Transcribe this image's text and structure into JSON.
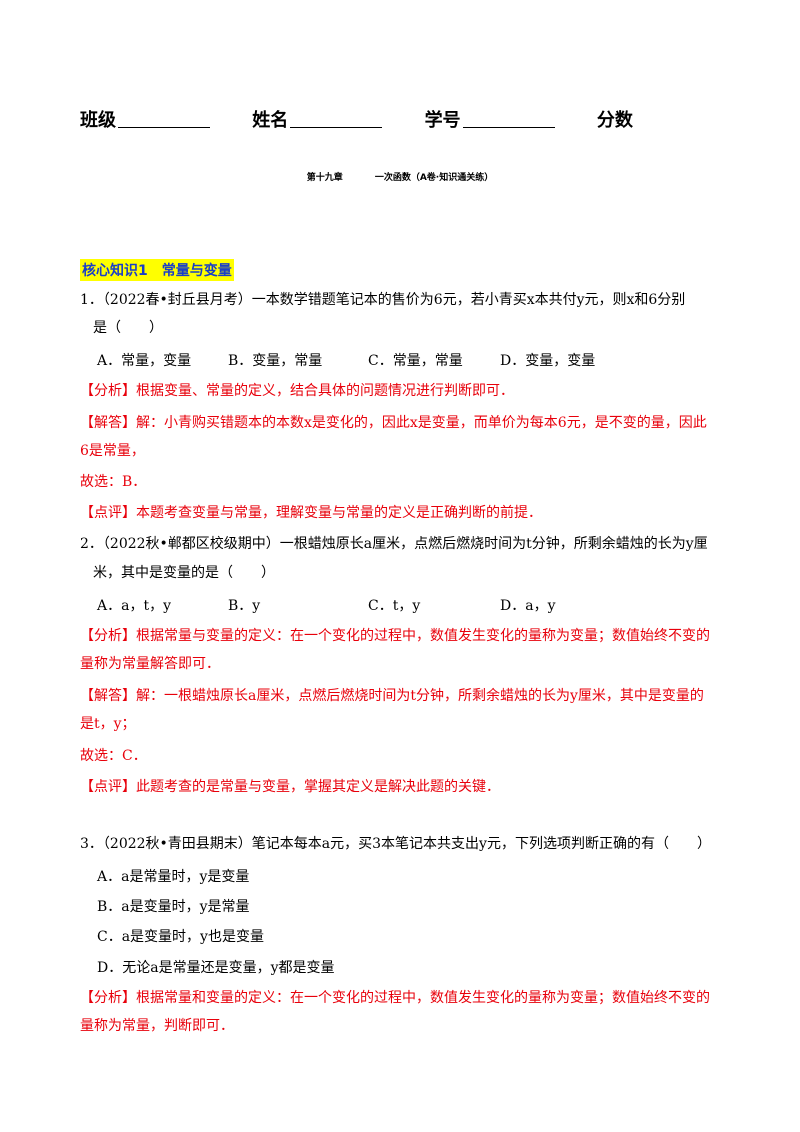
{
  "header": {
    "class_label": "班级",
    "name_label": "姓名",
    "id_label": "学号",
    "score_label": "分数"
  },
  "title": {
    "chapter": "第十九章",
    "name": "一次函数（A卷·知识通关练）"
  },
  "section": "核心知识1　常量与变量",
  "q1": {
    "line1": "1．（2022春•封丘县月考）一本数学错题笔记本的售价为6元，若小青买x本共付y元，则x和6分别",
    "line2": "是（　　）",
    "options": [
      "A．常量，变量",
      "B．变量，常量",
      "C．常量，常量",
      "D．变量，变量"
    ],
    "analysis": "【分析】根据变量、常量的定义，结合具体的问题情况进行判断即可．",
    "solution_l1": "【解答】解：小青购买错题本的本数x是变化的，因此x是变量，而单价为每本6元，是不变的量，因此",
    "solution_l2": "6是常量，",
    "answer": "故选：B．",
    "comment": "【点评】本题考查变量与常量，理解变量与常量的定义是正确判断的前提．"
  },
  "q2": {
    "line1": "2．（2022秋•郸都区校级期中）一根蜡烛原长a厘米，点燃后燃烧时间为t分钟，所剩余蜡烛的长为y厘",
    "line2": "米，其中是变量的是（　　）",
    "options": [
      "A．a，t，y",
      "B．y",
      "C．t，y",
      "D．a，y"
    ],
    "analysis_l1": "【分析】根据常量与变量的定义：在一个变化的过程中，数值发生变化的量称为变量；数值始终不变的",
    "analysis_l2": "量称为常量解答即可．",
    "solution_l1": "【解答】解：一根蜡烛原长a厘米，点燃后燃烧时间为t分钟，所剩余蜡烛的长为y厘米，其中是变量的",
    "solution_l2": "是t，y；",
    "answer": "故选：C．",
    "comment": "【点评】此题考查的是常量与变量，掌握其定义是解决此题的关键．"
  },
  "q3": {
    "line1": "3．（2022秋•青田县期末）笔记本每本a元，买3本笔记本共支出y元，下列选项判断正确的有（　　）",
    "options": [
      "A．a是常量时，y是变量",
      "B．a是变量时，y是常量",
      "C．a是变量时，y也是变量",
      "D．无论a是常量还是变量，y都是变量"
    ],
    "analysis_l1": "【分析】根据常量和变量的定义：在一个变化的过程中，数值发生变化的量称为变量；数值始终不变的",
    "analysis_l2": "量称为常量，判断即可．"
  },
  "colors": {
    "answer_red": "#e8000b",
    "section_blue": "#1a3ec8",
    "section_highlight": "#ffff00"
  }
}
